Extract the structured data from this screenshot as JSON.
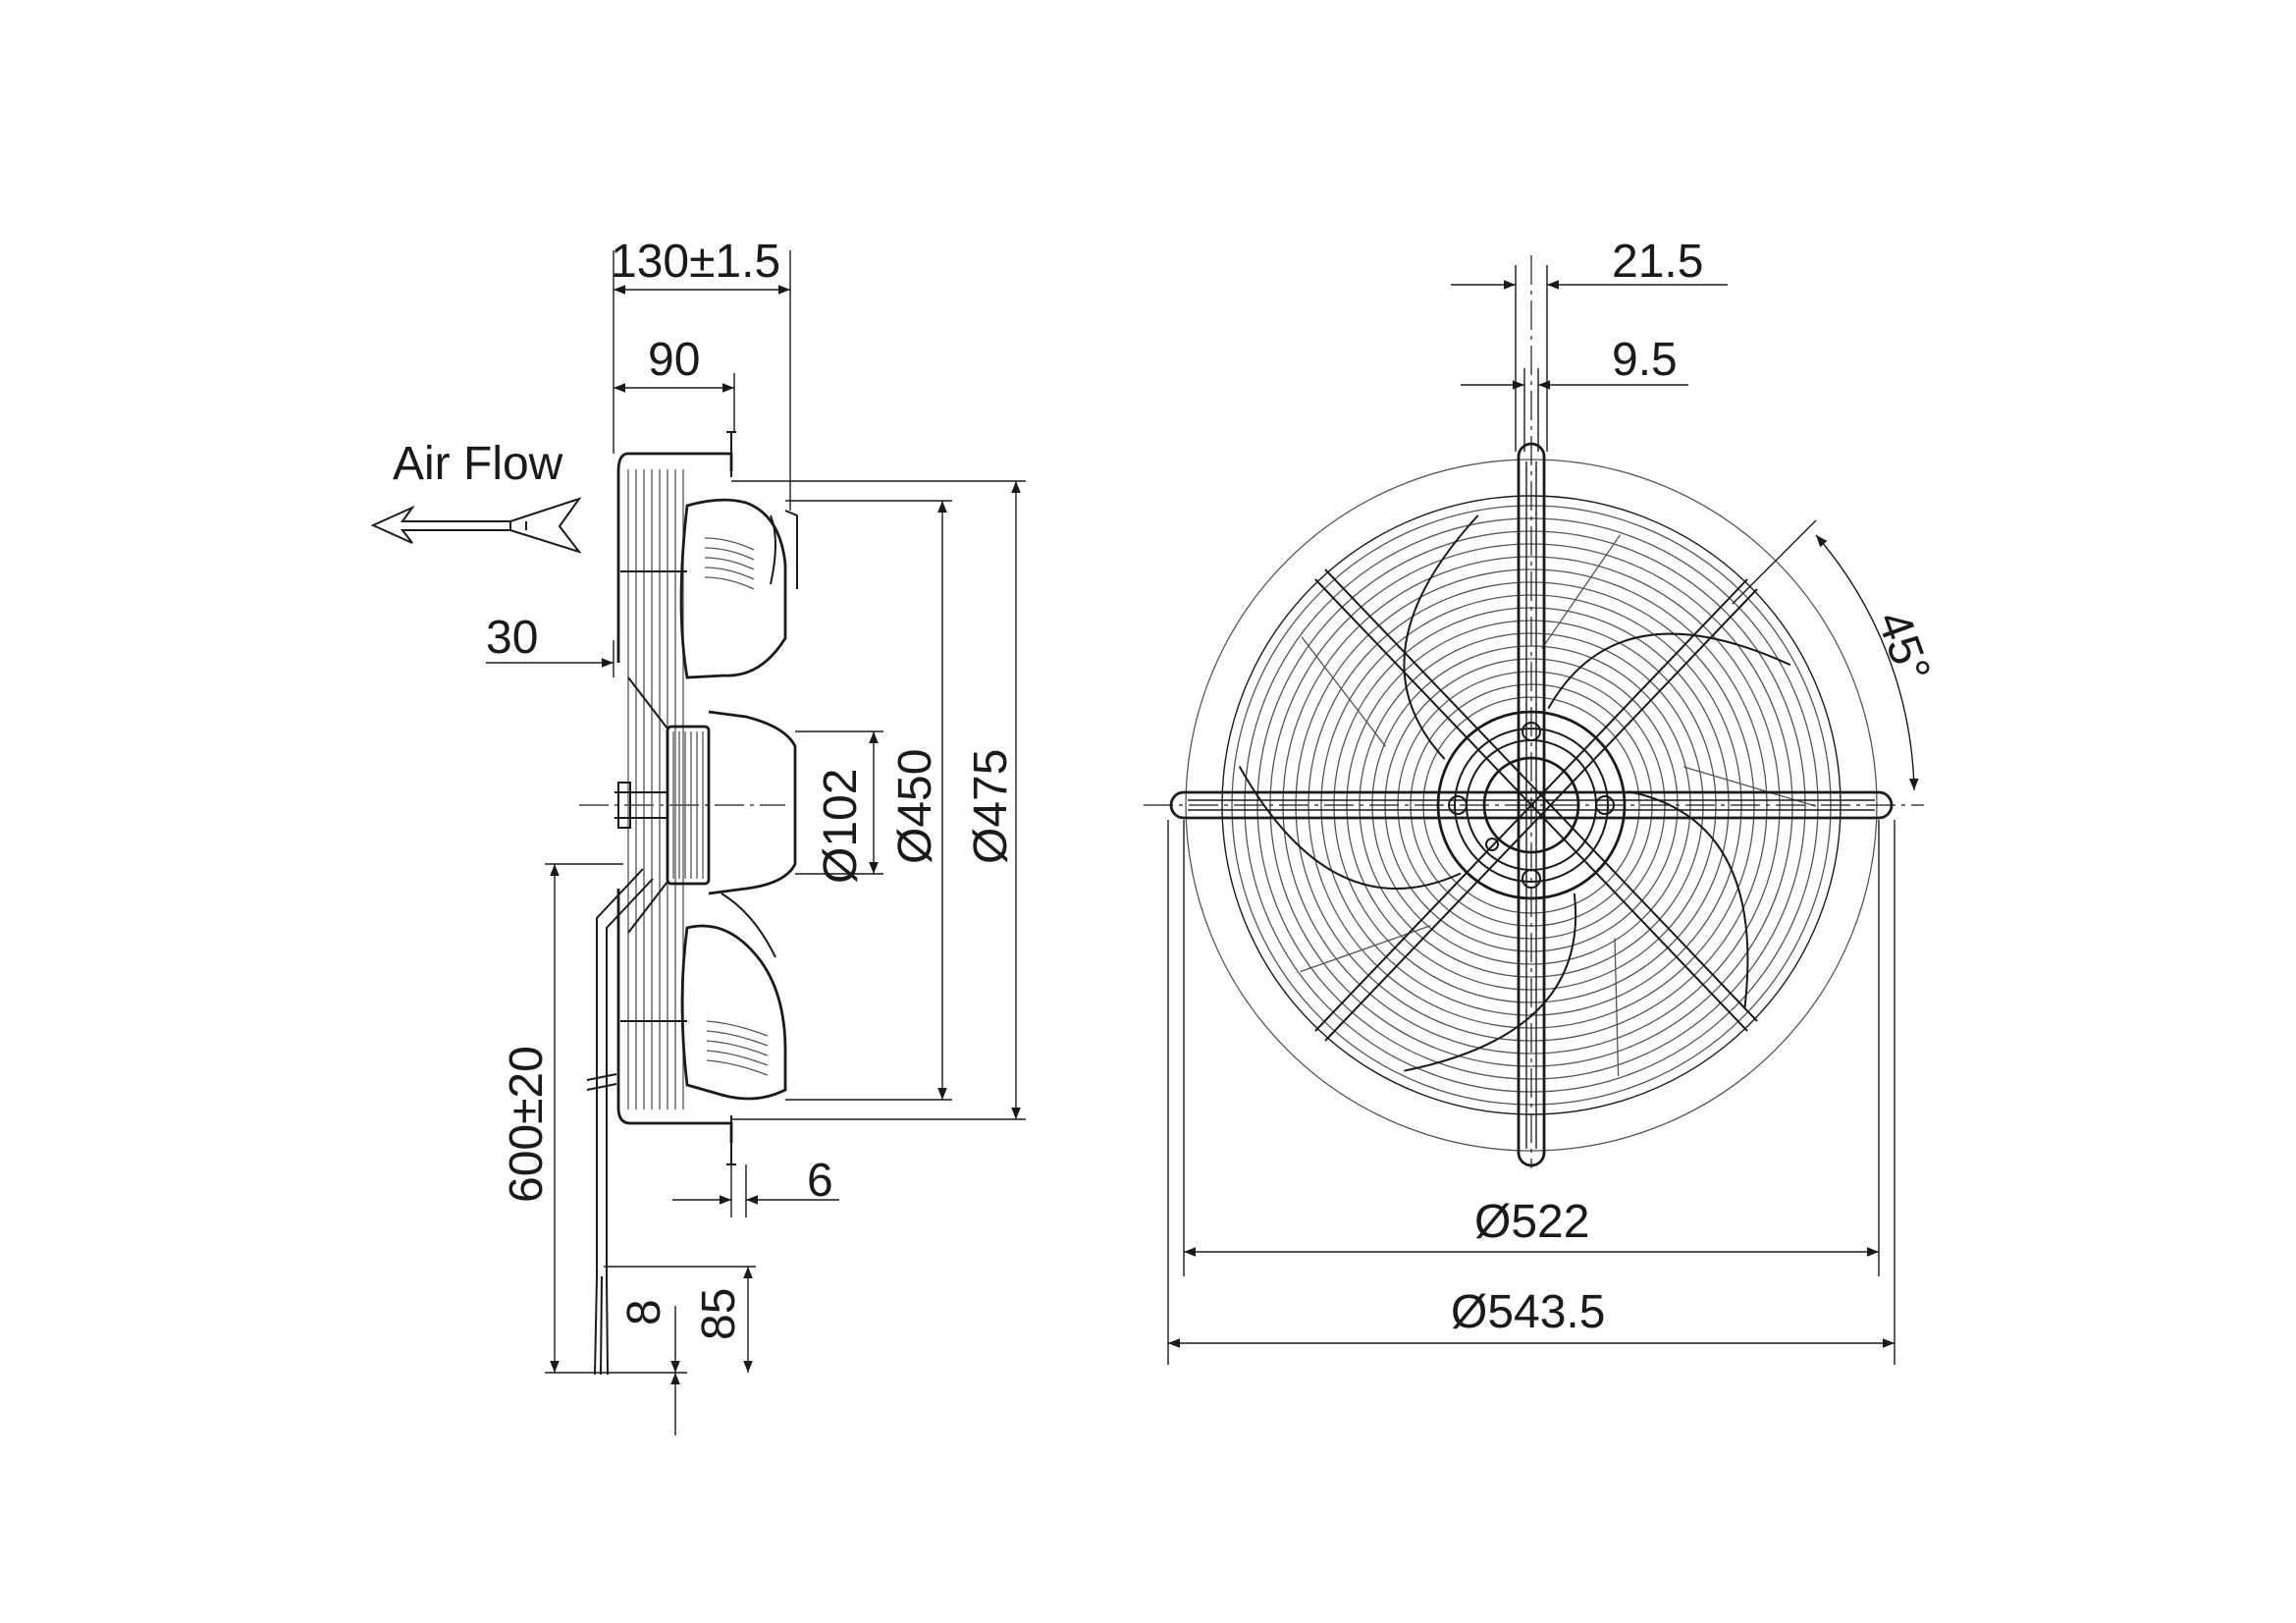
{
  "drawing": {
    "airflow_label": "Air Flow",
    "side_view": {
      "dims": {
        "depth_total": "130±1.5",
        "depth_motor": "90",
        "offset_30": "30",
        "hub_dia": "Ø102",
        "blade_dia": "Ø450",
        "housing_dia": "Ø475",
        "flange_6": "6",
        "cable_length": "600±20",
        "strip_8": "8",
        "strip_85": "85"
      }
    },
    "front_view": {
      "dims": {
        "slot_21_5": "21.5",
        "slot_9_5": "9.5",
        "angle": "45°",
        "mount_dia": "Ø522",
        "outer_dia": "Ø543.5"
      }
    },
    "colors": {
      "line": "#1a1a1a",
      "background": "#ffffff"
    }
  }
}
